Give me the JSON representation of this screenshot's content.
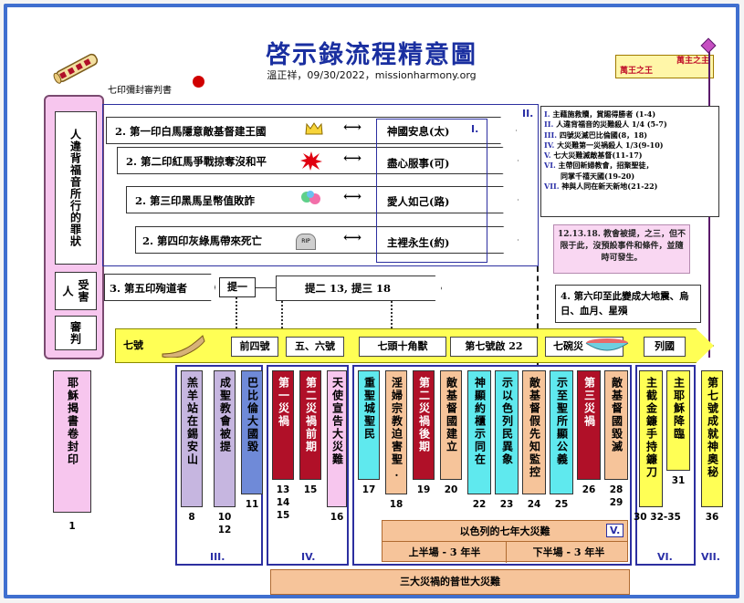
{
  "title": "啓示錄流程精意圖",
  "subtitle": "溫正祥，09/30/2022，missionharmony.org",
  "seven_seals_label": "七印彌封審判書",
  "king_title": [
    "萬主之主",
    "萬王之王"
  ],
  "scroll_left": {
    "cells": [
      "人違背福音所行的罪狀",
      "受害人",
      "審判"
    ],
    "bottom": "耶穌揭書卷封印",
    "bottom_num": "1"
  },
  "seals": [
    {
      "label": "2. 第一印白馬隱意敵基督建王國",
      "mid": "神國安息(太)"
    },
    {
      "label": "2. 第二印紅馬爭戰掠奪沒和平",
      "mid": "盡心服事(可)"
    },
    {
      "label": "2. 第三印黑馬呈幣值敗詐",
      "mid": "愛人如己(路)"
    },
    {
      "label": "2. 第四印灰綠馬帶來死亡",
      "mid": "主裡永生(約)"
    }
  ],
  "arrow_glyph": "⟷",
  "rip_text": "RIP",
  "roman_I": "I.",
  "roman_II": "II.",
  "fifth_seal": "3. 第五印殉道者",
  "rapture1": "提一",
  "rapture23": "提二 13, 提三 18",
  "sixth_seal": "4. 第六印至此變成大地震、烏日、血月、星殞",
  "legend": [
    {
      "rn": "I.",
      "t": "主藉施救贖，賞賜得勝者 (1-4)"
    },
    {
      "rn": "II.",
      "t": "人違背福音的災難殺人 1/4 (5-7)"
    },
    {
      "rn": "III.",
      "t": "四號災滅巴比倫國(8，18)"
    },
    {
      "rn": "IV.",
      "t": "大災難第一災禍殺人 1/3(9-10)"
    },
    {
      "rn": "V.",
      "t": "七大災難滅敵基督(11-17)"
    },
    {
      "rn": "VI.",
      "t": "主帶回新婦教會，招聚聖徒，"
    },
    {
      "rn": "",
      "t": "同掌千禧天國(19-20)"
    },
    {
      "rn": "VII.",
      "t": "神與人同在新天新地(21-22)"
    }
  ],
  "pink_note": "12.13.18. 教會被提，之三，但不限于此，沒預設事件和條件，並隨時可發生。",
  "band": {
    "seven_trumpets": "七號",
    "b1": "前四號",
    "b2": "五、六號",
    "b3": "七頭十角獸",
    "b4": "第七號啟 22",
    "b5": "七碗災",
    "b6": "列國"
  },
  "columns": [
    {
      "text": "羔羊站在錫安山",
      "num": "8"
    },
    {
      "text": "成聖教會被提",
      "num": "10\n12"
    },
    {
      "text": "巴比倫大國毀",
      "num": "11"
    },
    {
      "text": "第一災禍",
      "num": "13\n14\n15"
    },
    {
      "text": "第二災禍前期",
      "num": "15"
    },
    {
      "text": "天使宣告大災難",
      "num": "16"
    },
    {
      "text": "重聖城聖民",
      "num": "17"
    },
    {
      "text": "淫婦宗教迫害聖.",
      "num": "18"
    },
    {
      "text": "第二災禍後期",
      "num": "19"
    },
    {
      "text": "敵基督國建立",
      "num": "20"
    },
    {
      "text": "神顯約櫃示同在",
      "num": "22"
    },
    {
      "text": "示以色列民異象",
      "num": "23"
    },
    {
      "text": "敵基督假先知監控",
      "num": "24"
    },
    {
      "text": "示至聖所顯公義",
      "num": "25"
    },
    {
      "text": "第三災禍",
      "num": "26"
    },
    {
      "text": "敵基督國毀滅",
      "num": "28\n29"
    },
    {
      "text": "主截金鐮手持鐮刀",
      "num": "30 32-35"
    },
    {
      "text": "主耶穌降臨",
      "num": "31"
    },
    {
      "text": "第七號成就神奧秘",
      "num": "36"
    }
  ],
  "sections": {
    "III": "III.",
    "IV": "IV.",
    "V": "V.",
    "VI": "VI.",
    "VII": "VII."
  },
  "israel_7yr": "以色列的七年大災難",
  "first_half": "上半場 - 3 年半",
  "second_half": "下半場 - 3 年半",
  "great_tribulation": "三大災禍的普世大災難",
  "colors": {
    "title_blue": "#1a2fa0",
    "pink": "#f7c6ee",
    "violet": "#9a7bc8",
    "red": "#b01028",
    "cyan": "#5fe9ee",
    "orange": "#f6c49a",
    "yellow": "#ffff55",
    "blue": "#6f8ad8",
    "lavender": "#c6b6e0"
  }
}
